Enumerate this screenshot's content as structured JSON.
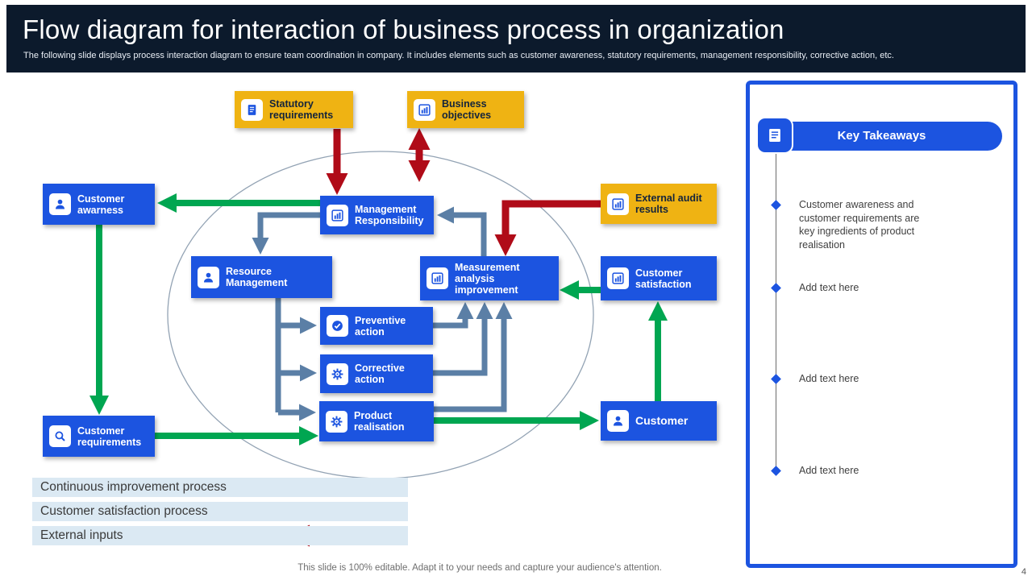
{
  "header": {
    "title": "Flow diagram for interaction of business process in organization",
    "subtitle": "The following slide displays process interaction diagram to ensure team coordination in company. It includes elements such as customer awareness, statutory requirements, management responsibility, corrective action, etc."
  },
  "diagram": {
    "nodes": [
      {
        "id": "statutory-requirements",
        "label": "Statutory requirements",
        "type": "yellow",
        "icon": "document-icon"
      },
      {
        "id": "business-objectives",
        "label": "Business objectives",
        "type": "yellow",
        "icon": "bar-chart-icon"
      },
      {
        "id": "external-audit-results",
        "label": "External audit results",
        "type": "yellow",
        "icon": "bar-chart-icon"
      },
      {
        "id": "customer-awareness",
        "label": "Customer awarness",
        "type": "blue",
        "icon": "person-icon"
      },
      {
        "id": "management-responsibility",
        "label": "Management Responsibility",
        "type": "blue",
        "icon": "chart-icon"
      },
      {
        "id": "resource-management",
        "label": "Resource Management",
        "type": "blue",
        "icon": "person-icon"
      },
      {
        "id": "measurement-analysis-improvement",
        "label": "Measurement analysis improvement",
        "type": "blue",
        "icon": "chart-icon"
      },
      {
        "id": "customer-satisfaction",
        "label": "Customer satisfaction",
        "type": "blue",
        "icon": "chart-icon"
      },
      {
        "id": "preventive-action",
        "label": "Preventive action",
        "type": "blue",
        "icon": "check-icon"
      },
      {
        "id": "corrective-action",
        "label": "Corrective action",
        "type": "blue",
        "icon": "gear-icon"
      },
      {
        "id": "product-realisation",
        "label": "Product realisation",
        "type": "blue",
        "icon": "gear-icon"
      },
      {
        "id": "customer-requirements",
        "label": "Customer requirements",
        "type": "blue",
        "icon": "search-icon"
      },
      {
        "id": "customer",
        "label": "Customer",
        "type": "blue",
        "icon": "person-icon"
      }
    ],
    "legend": [
      {
        "label": "Continuous improvement process",
        "color": "#5b7fa6"
      },
      {
        "label": "Customer satisfaction process",
        "color": "#00a651"
      },
      {
        "label": "External inputs",
        "color": "#b00b18"
      }
    ],
    "connections": [
      {
        "from": "statutory-requirements",
        "to": "management-responsibility",
        "type": "external-input"
      },
      {
        "from": "business-objectives",
        "to": "process-ellipse",
        "type": "external-input",
        "bidirectional": true
      },
      {
        "from": "external-audit-results",
        "to": "measurement-analysis-improvement",
        "type": "external-input"
      },
      {
        "from": "management-responsibility",
        "to": "customer-awareness",
        "type": "customer-satisfaction"
      },
      {
        "from": "customer-awareness",
        "to": "customer-requirements",
        "type": "customer-satisfaction"
      },
      {
        "from": "customer-requirements",
        "to": "product-realisation",
        "type": "customer-satisfaction"
      },
      {
        "from": "product-realisation",
        "to": "customer",
        "type": "customer-satisfaction"
      },
      {
        "from": "customer",
        "to": "customer-satisfaction",
        "type": "customer-satisfaction"
      },
      {
        "from": "customer-satisfaction",
        "to": "measurement-analysis-improvement",
        "type": "customer-satisfaction"
      },
      {
        "from": "management-responsibility",
        "to": "resource-management",
        "type": "continuous-improvement"
      },
      {
        "from": "resource-management",
        "to": "preventive-action",
        "type": "continuous-improvement"
      },
      {
        "from": "resource-management",
        "to": "corrective-action",
        "type": "continuous-improvement"
      },
      {
        "from": "resource-management",
        "to": "product-realisation",
        "type": "continuous-improvement"
      },
      {
        "from": "measurement-analysis-improvement",
        "to": "management-responsibility",
        "type": "continuous-improvement"
      },
      {
        "from": "preventive-action",
        "to": "measurement-analysis-improvement",
        "type": "continuous-improvement"
      },
      {
        "from": "corrective-action",
        "to": "measurement-analysis-improvement",
        "type": "continuous-improvement"
      },
      {
        "from": "product-realisation",
        "to": "measurement-analysis-improvement",
        "type": "continuous-improvement"
      }
    ]
  },
  "takeaways": {
    "title": "Key Takeaways",
    "icon": "book-icon",
    "items": [
      "Customer awareness and customer requirements are key ingredients of product realisation",
      "Add text here",
      "Add text here",
      "Add text here"
    ]
  },
  "footer": {
    "note": "This slide is 100% editable. Adapt it to your needs and capture your audience's attention.",
    "page_number": "4"
  },
  "colors": {
    "primary_blue": "#1c54e0",
    "accent_yellow": "#efb313",
    "green_arrow": "#00a651",
    "red_arrow": "#b00b18",
    "steel_arrow": "#5b7fa6",
    "header_bg": "#0c1a2c",
    "legend_row_bg": "#dbe9f3"
  }
}
